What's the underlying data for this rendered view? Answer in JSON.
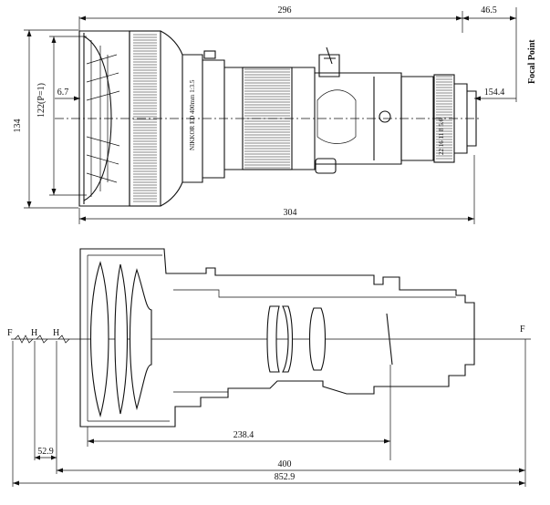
{
  "top_view": {
    "dim_length_hood_to_flange": "296",
    "dim_flange_to_focal": "46.5",
    "dim_overall_length": "304",
    "dim_hood_height": "134",
    "dim_filter_dia": "122(P=1)",
    "dim_hood_offset": "6.7",
    "dim_mount": "154.4",
    "focal_point_label": "Focal Point",
    "barrel_engraving": "NIKKOR ED 400mm 1:3.5",
    "mount_engraving": "22 16 11 8 5.6"
  },
  "section_view": {
    "label_f_front": "F",
    "label_h1": "H",
    "label_h2": "H",
    "label_f_rear": "F",
    "dim_238": "238.4",
    "dim_52": "52.9",
    "dim_400": "400",
    "dim_852": "852.9"
  }
}
